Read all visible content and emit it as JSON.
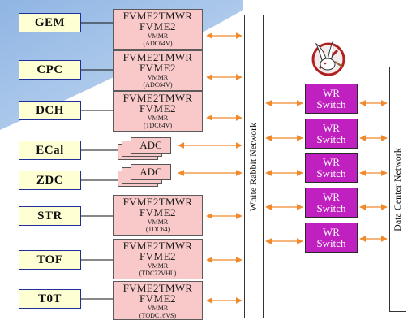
{
  "detectors": [
    "GEM",
    "CPC",
    "DCH",
    "ECal",
    "ZDC",
    "STR",
    "TOF",
    "T0T"
  ],
  "modules": [
    {
      "l1": "FVME2TMWR",
      "l2": "FVME2",
      "l3": "VMMR",
      "l4": "(ADC64V)"
    },
    {
      "l1": "FVME2TMWR",
      "l2": "FVME2",
      "l3": "VMMR",
      "l4": "(ADC64V)"
    },
    {
      "l1": "FVME2TMWR",
      "l2": "FVME2",
      "l3": "VMMR",
      "l4": "(TDC64V)"
    },
    {
      "l1": "FVME2TMWR",
      "l2": "FVME2",
      "l3": "VMMR",
      "l4": "(TDC64)"
    },
    {
      "l1": "FVME2TMWR",
      "l2": "FVME2",
      "l3": "VMMR",
      "l4": "(TDC72VHL)"
    },
    {
      "l1": "FVME2TMWR",
      "l2": "FVME2",
      "l3": "VMMR",
      "l4": "(TODC16VS)"
    }
  ],
  "adc": {
    "label": "ADC"
  },
  "networks": {
    "white_rabbit": "White Rabbit Network",
    "data_center": "Data Center Network"
  },
  "switches": [
    {
      "l1": "WR",
      "l2": "Switch"
    },
    {
      "l1": "WR",
      "l2": "Switch"
    },
    {
      "l1": "WR",
      "l2": "Switch"
    },
    {
      "l1": "WR",
      "l2": "Switch"
    },
    {
      "l1": "WR",
      "l2": "Switch"
    }
  ],
  "colors": {
    "arrow": "#f08a2c",
    "switch_fill": "#c020c0",
    "module_fill": "#f9c9c9",
    "detector_fill": "#ffffd4",
    "detector_border": "#1f2f9a",
    "background_wash": "#a9c7ea"
  },
  "icons": {
    "mascot": "white-rabbit-logo-icon"
  }
}
